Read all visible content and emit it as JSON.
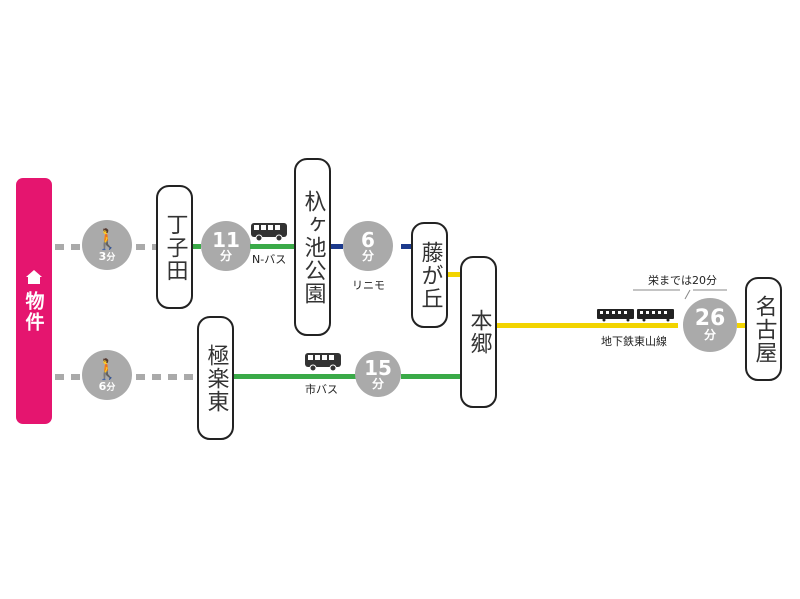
{
  "property": {
    "label": "物件",
    "icon": "house-icon",
    "color": "#e5156f"
  },
  "walks": [
    {
      "minutes": "3",
      "unit": "分"
    },
    {
      "minutes": "6",
      "unit": "分"
    }
  ],
  "stations": {
    "choshida": "丁子田",
    "hagoikekoen": "杁ヶ池公園",
    "fujigaoka": "藤が丘",
    "gokurakuhigashi": "極楽東",
    "hongo": "本郷",
    "nagoya": "名古屋"
  },
  "segments": {
    "nbus": {
      "minutes": "11",
      "unit": "分",
      "name": "N-バス",
      "color": "#3aaa48"
    },
    "linimo": {
      "minutes": "6",
      "unit": "分",
      "name": "リニモ",
      "color": "#1c3a8c"
    },
    "citybus": {
      "minutes": "15",
      "unit": "分",
      "name": "市バス",
      "color": "#3aaa48"
    },
    "subway": {
      "minutes": "26",
      "unit": "分",
      "name": "地下鉄東山線",
      "color": "#f2d400",
      "note": "栄までは20分"
    }
  }
}
